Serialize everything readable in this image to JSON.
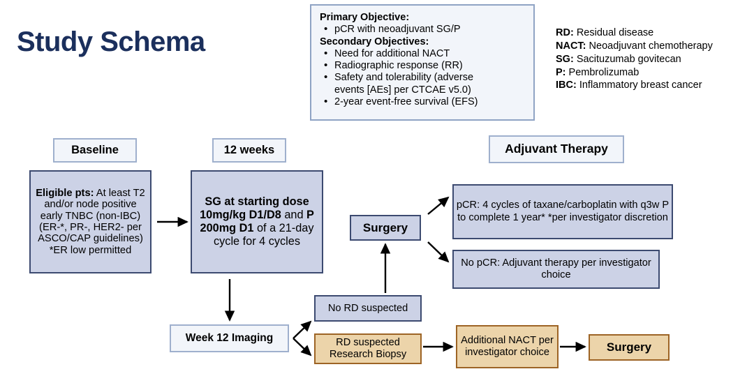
{
  "page_title": "Study Schema",
  "title_color": "#1b2f5c",
  "colors": {
    "blue_fill": "#ccd2e6",
    "blue_border": "#3c4a70",
    "tan_fill": "#ecd4aa",
    "tan_border": "#9d6425",
    "header_fill": "#f2f5fa",
    "header_border": "#9fb0cd"
  },
  "objectives": {
    "primary_heading": "Primary Objective:",
    "primary_items": [
      "pCR with neoadjuvant SG/P"
    ],
    "secondary_heading": "Secondary Objectives:",
    "secondary_items": [
      "Need for additional NACT",
      "Radiographic response (RR)",
      "Safety and tolerability (adverse",
      "2-year event-free survival (EFS)"
    ],
    "safety_continuation": "events [AEs] per CTCAE v5.0)"
  },
  "legend": {
    "entries": [
      {
        "abbr": "RD:",
        "definition": "Residual disease"
      },
      {
        "abbr": "NACT:",
        "definition": "Neoadjuvant chemotherapy"
      },
      {
        "abbr": "SG:",
        "definition": "Sacituzumab govitecan"
      },
      {
        "abbr": "P:",
        "definition": "Pembrolizumab"
      },
      {
        "abbr": "IBC:",
        "definition": "Inflammatory breast cancer"
      }
    ]
  },
  "headers": {
    "baseline": "Baseline",
    "twelve_weeks": "12 weeks",
    "adjuvant_therapy": "Adjuvant Therapy"
  },
  "boxes": {
    "eligible": {
      "label_bold": "Eligible pts:",
      "text": " At least T2 and/or node positive early TNBC (non-IBC) (ER-*, PR-, HER2- per ASCO/CAP guidelines) *ER low permitted"
    },
    "treatment": {
      "seg1_bold": "SG at starting dose 10mg/kg D1/D8",
      "seg2": " and ",
      "seg3_bold": "P 200mg D1",
      "seg4": " of a 21-day cycle for 4 cycles"
    },
    "surgery_mid": "Surgery",
    "pcr_arm": "pCR: 4 cycles of taxane/carboplatin with q3w P to complete 1 year* *per investigator discretion",
    "no_pcr_arm": "No pCR: Adjuvant therapy per investigator choice",
    "week12_imaging": "Week 12 Imaging",
    "no_rd_suspected": "No RD suspected",
    "rd_suspected": "RD suspected Research Biopsy",
    "additional_nact": "Additional NACT per investigator choice",
    "surgery_end": "Surgery"
  },
  "arrows": [
    {
      "name": "baseline-to-treatment",
      "from": "eligible",
      "to": "treatment"
    },
    {
      "name": "treatment-to-imaging",
      "from": "treatment",
      "to": "week12-imaging"
    },
    {
      "name": "imaging-to-no-rd",
      "from": "week12-imaging",
      "to": "no-rd-suspected"
    },
    {
      "name": "imaging-to-rd-suspected",
      "from": "week12-imaging",
      "to": "rd-suspected"
    },
    {
      "name": "no-rd-to-surgery",
      "from": "no-rd-suspected",
      "to": "surgery-mid"
    },
    {
      "name": "surgery-to-pcr",
      "from": "surgery-mid",
      "to": "pcr-arm"
    },
    {
      "name": "surgery-to-no-pcr",
      "from": "surgery-mid",
      "to": "no-pcr-arm"
    },
    {
      "name": "rd-to-additional-nact",
      "from": "rd-suspected",
      "to": "additional-nact"
    },
    {
      "name": "additional-nact-to-surgery",
      "from": "additional-nact",
      "to": "surgery-end"
    }
  ]
}
